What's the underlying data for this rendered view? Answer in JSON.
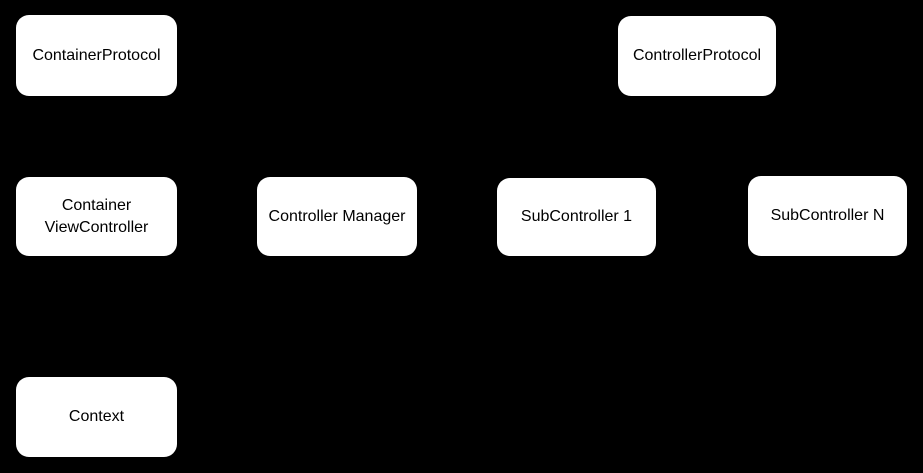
{
  "colors": {
    "background": "#000000",
    "node_fill": "#ffffff",
    "node_text": "#000000"
  },
  "diagram": {
    "nodes": [
      {
        "id": "container-protocol",
        "label": "ContainerProtocol"
      },
      {
        "id": "controller-protocol",
        "label": "ControllerProtocol"
      },
      {
        "id": "container-viewcontroller",
        "label": "Container\nViewController"
      },
      {
        "id": "controller-manager",
        "label": "Controller Manager"
      },
      {
        "id": "subcontroller-1",
        "label": "SubController 1"
      },
      {
        "id": "subcontroller-n",
        "label": "SubController N"
      },
      {
        "id": "context",
        "label": "Context"
      }
    ]
  }
}
